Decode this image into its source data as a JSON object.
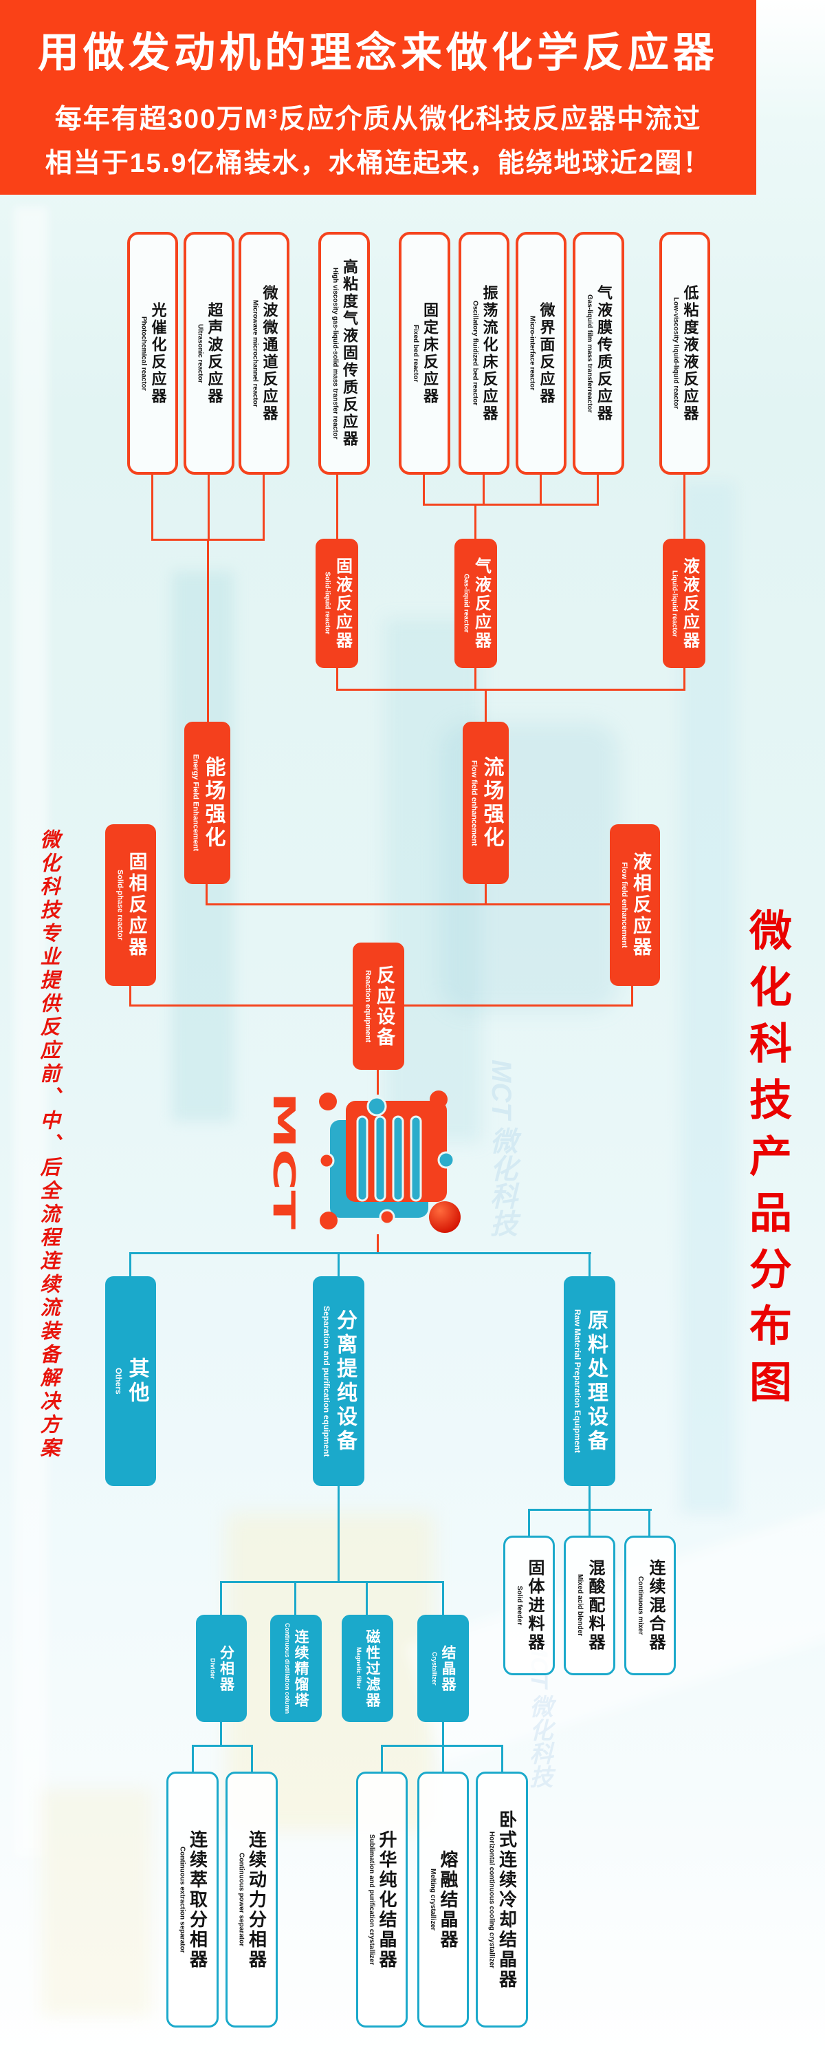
{
  "colors": {
    "header_bg": "#fa4117",
    "red_fill": "#f4401d",
    "red_border": "#f5431d",
    "teal": "#1ba9cb",
    "title_red": "#ea0200",
    "text_dark": "#141414"
  },
  "header": {
    "title": "用做发动机的理念来做化学反应器",
    "subtitle1": "每年有超300万M³反应介质从微化科技反应器中流过",
    "subtitle2": "相当于15.9亿桶装水，水桶连起来，能绕地球近2圈！"
  },
  "side": {
    "right_title": "微化科技产品分布图",
    "left_note": "微化科技专业提供反应前、中、后全流程连续流装备解决方案"
  },
  "logo": {
    "text": "MCT"
  },
  "watermark": {
    "text": "MCT 微化科技"
  },
  "nodes": {
    "top_row": [
      {
        "zh": "光催化反应器",
        "en": "Photochemical reactor"
      },
      {
        "zh": "超声波反应器",
        "en": "Ultrasonic reactor"
      },
      {
        "zh": "微波微通道反应器",
        "en": "Microwave microchannel reactor"
      },
      {
        "zh": "高粘度气液固传质反应器",
        "en": "High viscosity gas-liquid-solid mass transfer reactor"
      },
      {
        "zh": "固定床反应器",
        "en": "Fixed bed reactor"
      },
      {
        "zh": "振荡流化床反应器",
        "en": "Oscillatory fluidized bed reactor"
      },
      {
        "zh": "微界面反应器",
        "en": "Micro-interface reactor"
      },
      {
        "zh": "气液膜传质反应器",
        "en": "Gas-liquid film mass transferreactor"
      },
      {
        "zh": "低粘度液液反应器",
        "en": "Low-viscosity liquid-liquid reactor"
      }
    ],
    "level2": [
      {
        "zh": "固液反应器",
        "en": "Solid-liquid reactor"
      },
      {
        "zh": "气液反应器",
        "en": "Gas-liquid reactor"
      },
      {
        "zh": "液液反应器",
        "en": "Liquid-liquid reactor"
      }
    ],
    "enhance": [
      {
        "zh": "能场强化",
        "en": "Energy Field Enhancement"
      },
      {
        "zh": "流场强化",
        "en": "Flow field enhancement"
      }
    ],
    "phase": [
      {
        "zh": "固相反应器",
        "en": "Solid-phase reactor"
      },
      {
        "zh": "液相反应器",
        "en": "Flow field enhancement"
      }
    ],
    "reaction": {
      "zh": "反应设备",
      "en": "Reaction equipment"
    },
    "branches": [
      {
        "zh": "其他",
        "en": "Others"
      },
      {
        "zh": "分离提纯设备",
        "en": "Separation and purification equipment"
      },
      {
        "zh": "原料处理设备",
        "en": "Raw Material Preparation Equipment"
      }
    ],
    "material": [
      {
        "zh": "固体进料器",
        "en": "Solid feeder"
      },
      {
        "zh": "混酸配料器",
        "en": "Mixed acid blender"
      },
      {
        "zh": "连续混合器",
        "en": "Continuous mixer"
      }
    ],
    "separation": [
      {
        "zh": "分相器",
        "en": "Divider"
      },
      {
        "zh": "连续精馏塔",
        "en": "Continuous distillation column"
      },
      {
        "zh": "磁性过滤器",
        "en": "Magnetic filter"
      },
      {
        "zh": "结晶器",
        "en": "Crystallizer"
      }
    ],
    "bottom": [
      {
        "zh": "连续萃取分相器",
        "en": "Continuous extraction separator"
      },
      {
        "zh": "连续动力分相器",
        "en": "Continuous power separator"
      },
      {
        "zh": "升华纯化结晶器",
        "en": "Sublimation and purification crystallizer"
      },
      {
        "zh": "熔融结晶器",
        "en": "Melting crystallizer"
      },
      {
        "zh": "卧式连续冷却结晶器",
        "en": "Horizontal continuous cooling crystallizer"
      }
    ]
  }
}
